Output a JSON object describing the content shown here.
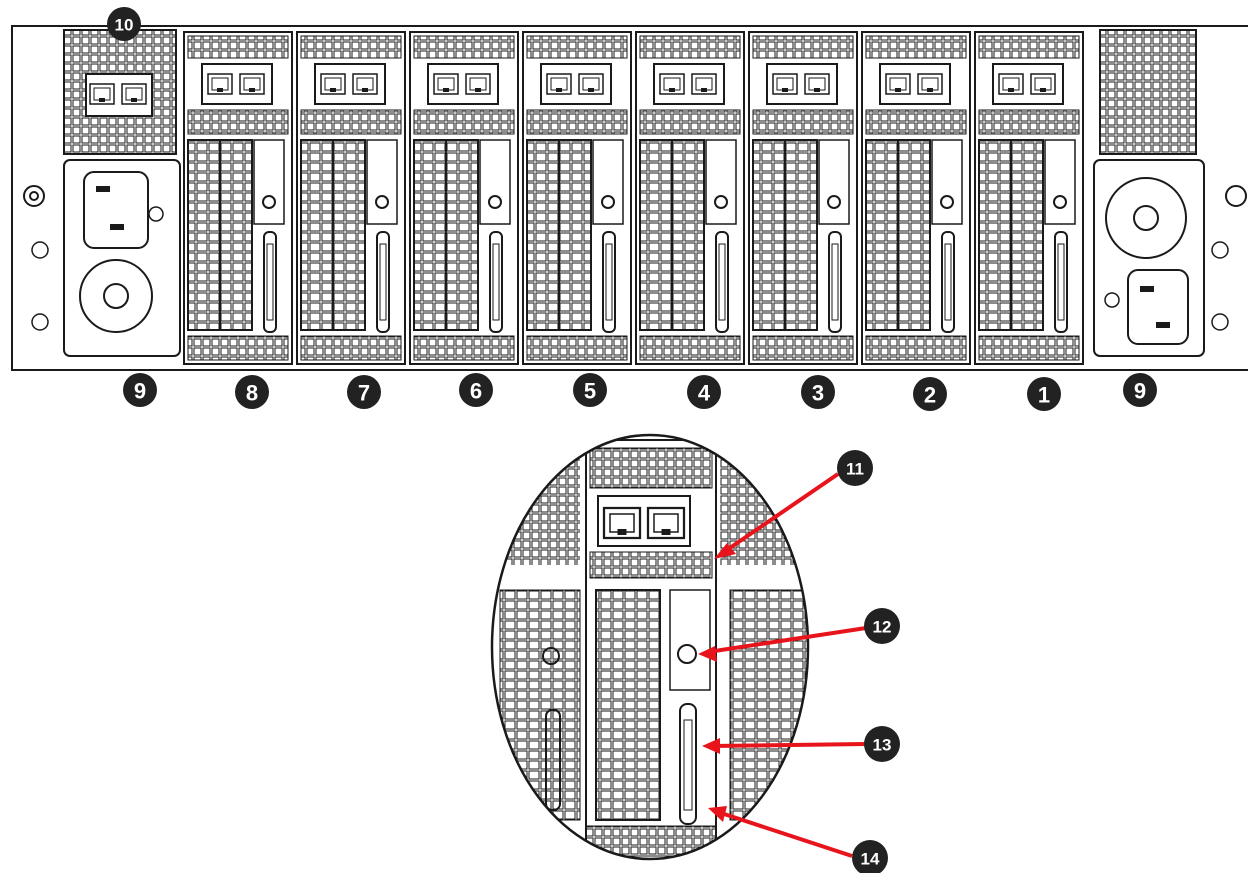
{
  "callouts": {
    "node_1": "1",
    "node_2": "2",
    "node_3": "3",
    "node_4": "4",
    "node_5": "5",
    "node_6": "6",
    "node_7": "7",
    "node_8": "8",
    "psu_left": "9",
    "psu_right": "9",
    "bmc_lan": "10",
    "detail_11": "11",
    "detail_12": "12",
    "detail_13": "13",
    "detail_14": "14"
  },
  "colors": {
    "line": "#1a1a1a",
    "badge": "#222222",
    "arrow": "#e8141c"
  }
}
